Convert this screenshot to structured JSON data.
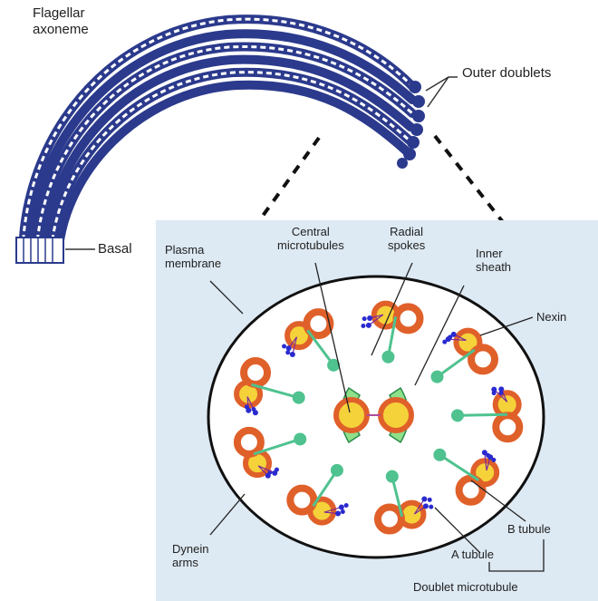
{
  "labels": {
    "flagellar_axoneme": "Flagellar\naxoneme",
    "outer_doublets": "Outer doublets",
    "basal": "Basal",
    "central_microtubules": "Central\nmicrotubules",
    "radial_spokes": "Radial\nspokes",
    "inner_sheath": "Inner\nsheath",
    "plasma_membrane": "Plasma\nmembrane",
    "nexin": "Nexin",
    "b_tubule": "B tubule",
    "a_tubule": "A tubule",
    "dynein_arms": "Dynein\narms",
    "doublet_microtubule": "Doublet microtubule"
  },
  "colors": {
    "axoneme_stroke": "#2b3a8c",
    "panel_bg": "#dde9f3",
    "a_tubule": "#f5d23a",
    "b_tubule": "#e0602a",
    "spoke": "#4fc28f",
    "dynein": "#2a2ad0",
    "central": "#8fe08a"
  }
}
